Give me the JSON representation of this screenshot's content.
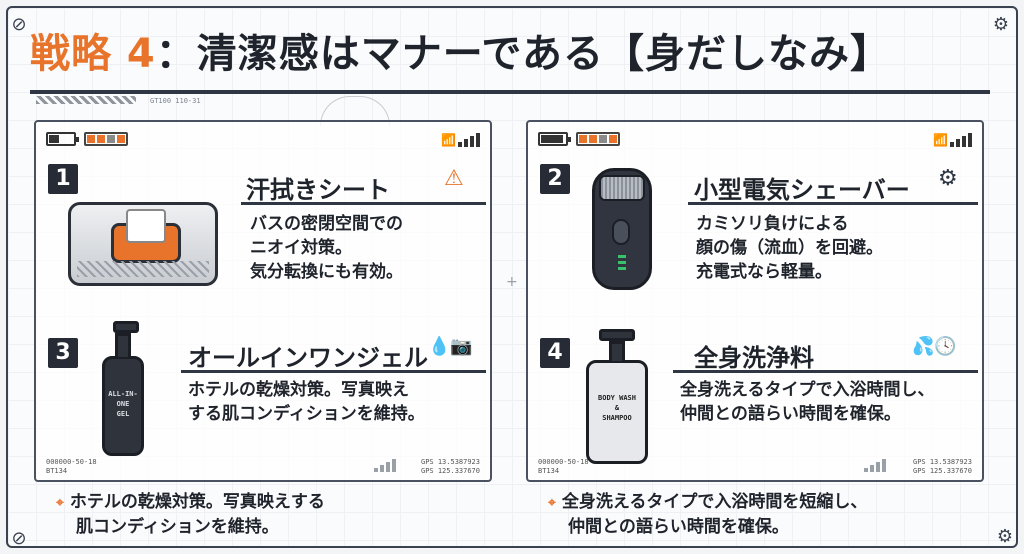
{
  "title": {
    "accent": "戦略 4",
    "main": "：清潔感はマナーである【身だしなみ】"
  },
  "header_code": "GT100 110-31",
  "items": [
    {
      "num": "1",
      "title": "汗拭きシート",
      "desc": [
        "バスの密閉空間での",
        "ニオイ対策。",
        "気分転換にも有効。"
      ],
      "badge": "⚠"
    },
    {
      "num": "2",
      "title": "小型電気シェーバー",
      "desc": [
        "カミソリ負けによる",
        "顔の傷（流血）を回避。",
        "充電式なら軽量。"
      ],
      "badge": "⚙"
    },
    {
      "num": "3",
      "title": "オールインワンジェル",
      "desc": [
        "ホテルの乾燥対策。写真映え",
        "する肌コンディションを維持。"
      ],
      "badge": "💧📷",
      "bottle_label": [
        "ALL-IN-",
        "ONE",
        "GEL"
      ]
    },
    {
      "num": "4",
      "title": "全身洗浄料",
      "desc": [
        "全身洗えるタイプで入浴時間し、",
        "仲間との語らい時間を確保。"
      ],
      "badge": "💦🕓",
      "bottle_label": [
        "BODY WASH",
        "&",
        "SHAMPOO"
      ]
    }
  ],
  "footer": {
    "left_code": [
      "000000-50-18",
      "BT134"
    ],
    "left_gps": [
      "GPS 13.5387923",
      "GPS 125.337670"
    ],
    "right_code": [
      "000000-50-18",
      "BT134"
    ],
    "right_gps": [
      "GPS 13.5387923",
      "GPS 125.337670"
    ]
  },
  "bottom_notes": [
    {
      "lines": [
        "ホテルの乾燥対策。写真映えする",
        "肌コンディションを維持。"
      ]
    },
    {
      "lines": [
        "全身洗えるタイプで入浴時間を短縮し、",
        "仲間との語らい時間を確保。"
      ]
    }
  ],
  "accent_color": "#e8742b"
}
